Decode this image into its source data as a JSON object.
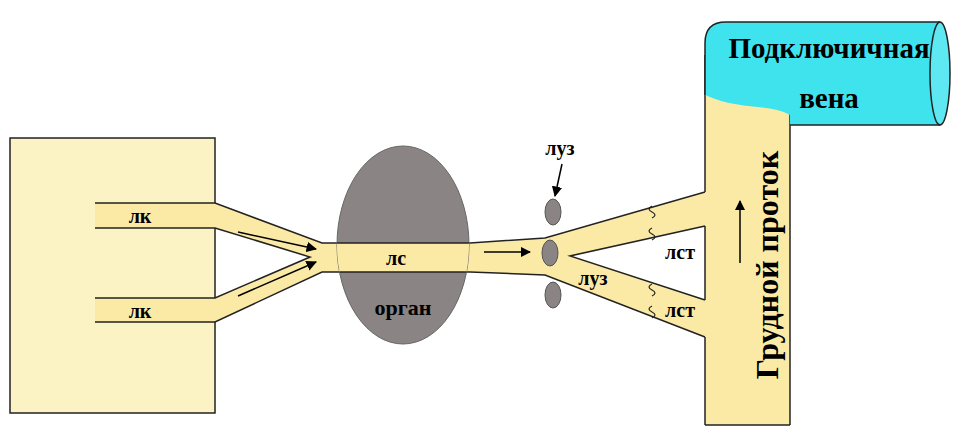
{
  "diagram": {
    "nodes": [
      {
        "text": [
          "орган"
        ]
      },
      {
        "text": [
          "Грудной проток"
        ]
      },
      {
        "text": [
          "Подключичная вена"
        ]
      }
    ],
    "labels": [
      "лк",
      "лк",
      "лс",
      "луз",
      "луз",
      "лст",
      "лст"
    ]
  }
}
